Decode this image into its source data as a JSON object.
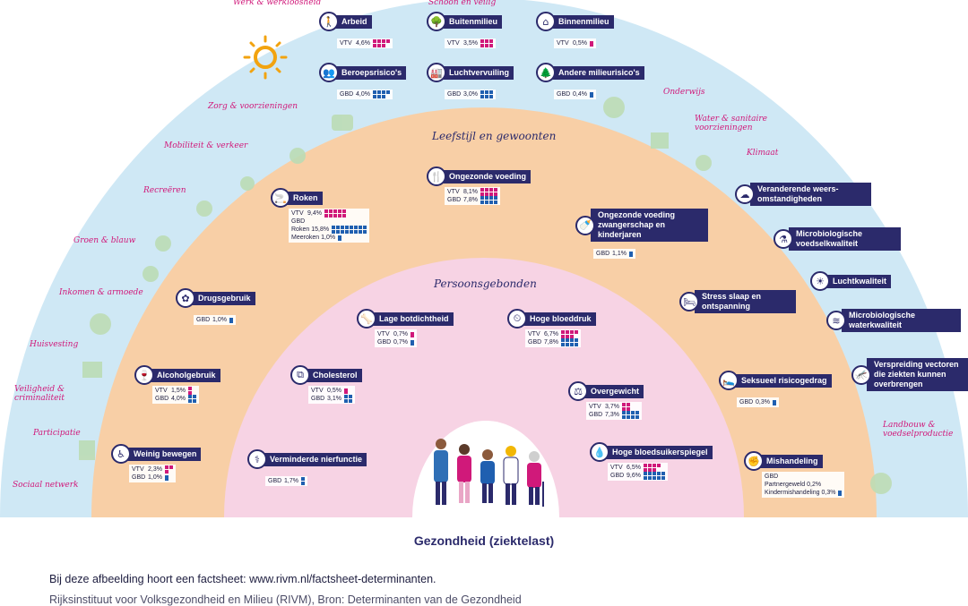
{
  "rings": {
    "leefstijl": "Leefstijl en gewoonten",
    "persoon": "Persoonsgebonden"
  },
  "outer_labels": [
    "Werk & werkloosheid",
    "Schoon en veilig",
    "Zorg & voorzieningen",
    "Mobiliteit & verkeer",
    "Recreëren",
    "Groen & blauw",
    "Inkomen & armoede",
    "Huisvesting",
    "Veiligheid & criminaliteit",
    "Participatie",
    "Sociaal netwerk",
    "Onderwijs",
    "Water & sanitaire voorzieningen",
    "Klimaat",
    "Landbouw & voedselproductie"
  ],
  "determinants": [
    {
      "id": "arbeid",
      "label": "Arbeid",
      "icon": "worker-icon",
      "glyph": "🚶",
      "stats": [
        {
          "k": "VTV",
          "v": "4,6%",
          "c": "pink",
          "n": 7
        }
      ]
    },
    {
      "id": "buitenmilieu",
      "label": "Buitenmilieu",
      "icon": "outdoor-icon",
      "glyph": "🌳",
      "stats": [
        {
          "k": "VTV",
          "v": "3,5%",
          "c": "pink",
          "n": 6
        }
      ]
    },
    {
      "id": "binnenmilieu",
      "label": "Binnenmilieu",
      "icon": "house-icon",
      "glyph": "⌂",
      "stats": [
        {
          "k": "VTV",
          "v": "0,5%",
          "c": "pink",
          "n": 1
        }
      ]
    },
    {
      "id": "beroepsrisicos",
      "label": "Beroepsrisico's",
      "icon": "people-icon",
      "glyph": "👥",
      "stats": [
        {
          "k": "GBD",
          "v": "4,0%",
          "c": "blue",
          "n": 7
        }
      ]
    },
    {
      "id": "luchtvervuiling",
      "label": "Luchtvervuiling",
      "icon": "factory-icon",
      "glyph": "🏭",
      "stats": [
        {
          "k": "GBD",
          "v": "3,0%",
          "c": "blue",
          "n": 6
        }
      ]
    },
    {
      "id": "andere",
      "label": "Andere milieurisico's",
      "icon": "tree-icon",
      "glyph": "🌲",
      "stats": [
        {
          "k": "GBD",
          "v": "0,4%",
          "c": "blue",
          "n": 1
        }
      ]
    },
    {
      "id": "roken",
      "label": "Roken",
      "icon": "cigarette-icon",
      "glyph": "🚬",
      "stats": [
        {
          "k": "VTV",
          "v": "9,4%",
          "c": "pink",
          "n": 10
        },
        {
          "k": "GBD",
          "v": "",
          "c": "blue",
          "n": 0
        },
        {
          "k": "Roken",
          "v": "15,8%",
          "c": "blue",
          "n": 16
        },
        {
          "k": "Meeroken",
          "v": "1,0%",
          "c": "blue",
          "n": 1
        }
      ]
    },
    {
      "id": "voeding",
      "label": "Ongezonde voeding",
      "icon": "food-icon",
      "glyph": "🍴",
      "stats": [
        {
          "k": "VTV",
          "v": "8,1%",
          "c": "pink",
          "n": 8
        },
        {
          "k": "GBD",
          "v": "7,8%",
          "c": "blue",
          "n": 8
        }
      ]
    },
    {
      "id": "voedingzw",
      "label": "Ongezonde voeding zwangerschap en kinderjaren",
      "icon": "child-food-icon",
      "glyph": "🍼",
      "stats": [
        {
          "k": "GBD",
          "v": "1,1%",
          "c": "blue",
          "n": 1
        }
      ]
    },
    {
      "id": "drugs",
      "label": "Drugsgebruik",
      "icon": "cannabis-icon",
      "glyph": "✿",
      "stats": [
        {
          "k": "GBD",
          "v": "1,0%",
          "c": "blue",
          "n": 1
        }
      ]
    },
    {
      "id": "stress",
      "label": "Stress slaap en ontspanning",
      "icon": "bed-icon",
      "glyph": "🛏",
      "stats": []
    },
    {
      "id": "alcohol",
      "label": "Alcoholgebruik",
      "icon": "wine-icon",
      "glyph": "🍷",
      "stats": [
        {
          "k": "VTV",
          "v": "1,5%",
          "c": "pink",
          "n": 2
        },
        {
          "k": "GBD",
          "v": "4,0%",
          "c": "blue",
          "n": 4
        }
      ]
    },
    {
      "id": "seksueel",
      "label": "Seksueel risicogedrag",
      "icon": "bed-couple-icon",
      "glyph": "🛌",
      "stats": [
        {
          "k": "GBD",
          "v": "0,3%",
          "c": "blue",
          "n": 1
        }
      ]
    },
    {
      "id": "bewegen",
      "label": "Weinig bewegen",
      "icon": "wheelchair-icon",
      "glyph": "♿",
      "stats": [
        {
          "k": "VTV",
          "v": "2,3%",
          "c": "pink",
          "n": 3
        },
        {
          "k": "GBD",
          "v": "1,0%",
          "c": "blue",
          "n": 1
        }
      ]
    },
    {
      "id": "mishandeling",
      "label": "Mishandeling",
      "icon": "fist-icon",
      "glyph": "✊",
      "stats": [
        {
          "k": "GBD",
          "v": "",
          "c": "blue",
          "n": 0
        },
        {
          "k": "Partnergeweld",
          "v": "0,2%",
          "c": "blue",
          "n": 0
        },
        {
          "k": "Kindermishandeling",
          "v": "0,3%",
          "c": "blue",
          "n": 1
        }
      ]
    },
    {
      "id": "botdichtheid",
      "label": "Lage botdichtheid",
      "icon": "bone-icon",
      "glyph": "🦴",
      "stats": [
        {
          "k": "VTV",
          "v": "0,7%",
          "c": "pink",
          "n": 1
        },
        {
          "k": "GBD",
          "v": "0,7%",
          "c": "blue",
          "n": 1
        }
      ]
    },
    {
      "id": "bloeddruk",
      "label": "Hoge bloeddruk",
      "icon": "blood-pressure-icon",
      "glyph": "⏲",
      "stats": [
        {
          "k": "VTV",
          "v": "6,7%",
          "c": "pink",
          "n": 7
        },
        {
          "k": "GBD",
          "v": "7,8%",
          "c": "blue",
          "n": 8
        }
      ]
    },
    {
      "id": "cholesterol",
      "label": "Cholesterol",
      "icon": "artery-icon",
      "glyph": "⧉",
      "stats": [
        {
          "k": "VTV",
          "v": "0,5%",
          "c": "pink",
          "n": 1
        },
        {
          "k": "GBD",
          "v": "3,1%",
          "c": "blue",
          "n": 4
        }
      ]
    },
    {
      "id": "overgewicht",
      "label": "Overgewicht",
      "icon": "scale-icon",
      "glyph": "⚖",
      "stats": [
        {
          "k": "VTV",
          "v": "3,7%",
          "c": "pink",
          "n": 4
        },
        {
          "k": "GBD",
          "v": "7,3%",
          "c": "blue",
          "n": 8
        }
      ]
    },
    {
      "id": "nier",
      "label": "Verminderde nierfunctie",
      "icon": "kidney-icon",
      "glyph": "⚕",
      "stats": [
        {
          "k": "GBD",
          "v": "1,7%",
          "c": "blue",
          "n": 2
        }
      ]
    },
    {
      "id": "bloedsuiker",
      "label": "Hoge bloedsuikerspiegel",
      "icon": "glucose-icon",
      "glyph": "💧",
      "stats": [
        {
          "k": "VTV",
          "v": "6,5%",
          "c": "pink",
          "n": 7
        },
        {
          "k": "GBD",
          "v": "9,6%",
          "c": "blue",
          "n": 10
        }
      ]
    },
    {
      "id": "weers",
      "label": "Veranderende weers-omstandigheden",
      "icon": "weather-icon",
      "glyph": "☁",
      "stats": []
    },
    {
      "id": "microvoedsel",
      "label": "Microbiologische voedselkwaliteit",
      "icon": "microbe-food-icon",
      "glyph": "⚗",
      "stats": []
    },
    {
      "id": "luchtkwaliteit",
      "label": "Luchtkwaliteit",
      "icon": "sun-cloud-icon",
      "glyph": "☀",
      "stats": []
    },
    {
      "id": "microwater",
      "label": "Microbiologische waterkwaliteit",
      "icon": "water-icon",
      "glyph": "≋",
      "stats": []
    },
    {
      "id": "vectoren",
      "label": "Verspreiding vectoren die ziekten kunnen overbrengen",
      "icon": "mosquito-icon",
      "glyph": "🦟",
      "stats": []
    }
  ],
  "footer": {
    "title": "Gezondheid (ziektelast)",
    "note": "Bij deze afbeelding hoort een factsheet: www.rivm.nl/factsheet-determinanten.",
    "credit": "Rijksinstituut voor Volksgezondheid en Milieu (RIVM), Bron: Determinanten van de Gezondheid"
  },
  "colors": {
    "outer": "#cfe8f5",
    "middle": "#f8cfa6",
    "inner": "#f7d3e4",
    "core": "#ffffff",
    "navy": "#2b2a6b",
    "magenta": "#d0197a",
    "blue": "#1f5fb0",
    "sun": "#f2a30f",
    "icons": "#cfe8c8"
  }
}
